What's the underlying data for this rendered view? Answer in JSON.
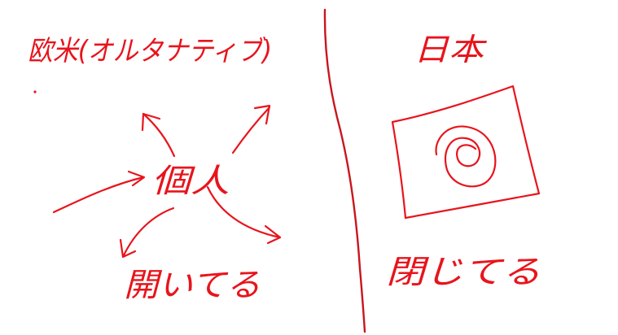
{
  "ink_color": "#e8141c",
  "divider_color": "#c8161d",
  "left_panel": {
    "title": "欧米(オルタナティブ)",
    "center_label": "個人",
    "bottom_label": "開いてる"
  },
  "right_panel": {
    "title": "日本",
    "bottom_label": "閉じてる",
    "flag_icon": "spiral-flag-icon"
  }
}
